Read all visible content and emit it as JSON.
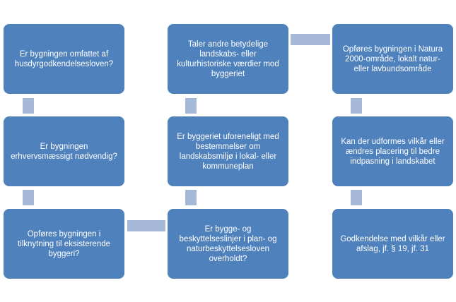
{
  "nodes": {
    "husdyr": "Er bygningen omfattet  af husdyrgodkendelsesloven?",
    "erhverv": "Er bygningen erhvervsmæssigt nødvendig?",
    "tilknytning": "Opføres bygningen i tilknytning til eksisterende byggeri?",
    "vaerdier": "Taler andre betydelige landskabs- eller kulturhistoriske værdier mod byggeriet",
    "uforeneligt": "Er byggeriet uforeneligt med bestemmelser om landskabsmiljø i lokal- eller kommuneplan",
    "byggelinjer": "Er bygge- og beskyttelseslinjer i plan- og naturbeskyttelsesloven overholdt?",
    "natura": "Opføres bygningen i Natura 2000-område, lokalt natur- eller lavbundsområde",
    "vilkaar": "Kan der udformes vilkår eller ændres placering til bedre indpasning i landskabet",
    "godkendelse": "Godkendelse med vilkår eller afslag, jf. § 19, jf. 31"
  },
  "colors": {
    "box": "#4f81bd",
    "connector": "#a7b9d8",
    "text": "#ffffff"
  }
}
